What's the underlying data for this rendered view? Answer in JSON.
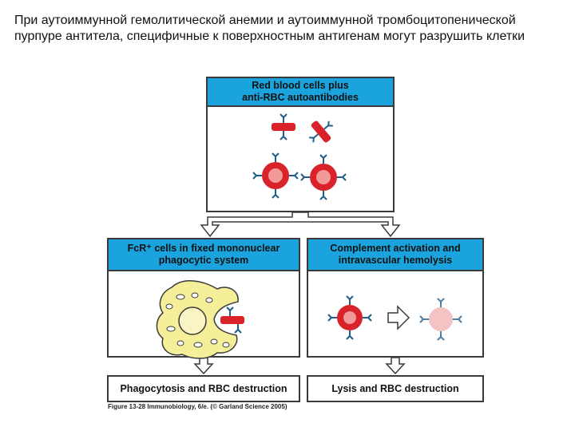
{
  "heading": "При аутоиммунной гемолитической анемии и аутоиммунной тромбоцитопенической пурпуре антитела, специфичные к поверхностным антигенам могут разрушить клетки",
  "top_panel": {
    "title": "Red blood cells plus\nanti-RBC autoantibodies"
  },
  "left_panel": {
    "title": "FcR⁺ cells in fixed mononuclear\nphagocytic system"
  },
  "right_panel": {
    "title": "Complement activation and\nintravascular hemolysis"
  },
  "left_result": "Phagocytosis and RBC destruction",
  "right_result": "Lysis and RBC destruction",
  "caption": "Figure 13-28 Immunobiology, 6/e. (© Garland Science 2005)",
  "colors": {
    "header_blue": "#1aa3dc",
    "rbc_red": "#d8232a",
    "antibody": "#1f5f8a",
    "macrophage": "#f5ef9a",
    "lysed": "#f4c4c4"
  }
}
